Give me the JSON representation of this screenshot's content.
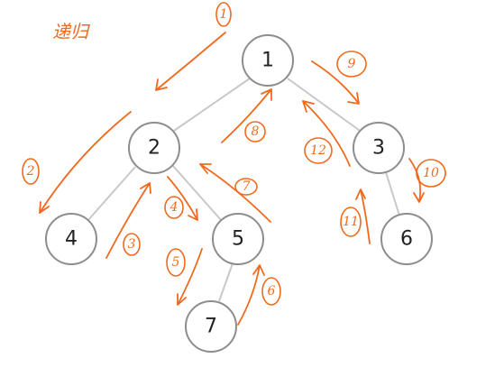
{
  "annotation_title": "递归",
  "nodes": {
    "n1": "1",
    "n2": "2",
    "n3": "3",
    "n4": "4",
    "n5": "5",
    "n6": "6",
    "n7": "7"
  },
  "steps": {
    "s1": "1",
    "s2": "2",
    "s3": "3",
    "s4": "4",
    "s5": "5",
    "s6": "6",
    "s7": "7",
    "s8": "8",
    "s9": "9",
    "s10": "10",
    "s11": "11",
    "s12": "12"
  },
  "colors": {
    "annotation": "#f06a1e",
    "node_stroke": "#8d8d8d",
    "edge": "#c8c8c8"
  }
}
